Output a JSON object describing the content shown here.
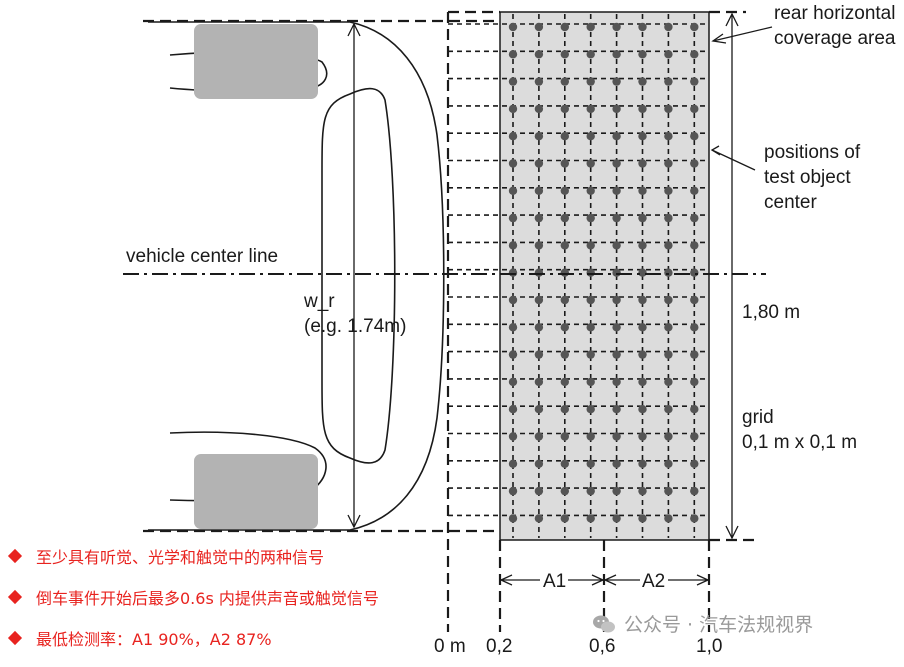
{
  "labels": {
    "rear_area": [
      "rear horizontal",
      "coverage area"
    ],
    "positions": [
      "positions of",
      "test object",
      "center"
    ],
    "center_line": "vehicle center line",
    "width": [
      "w_r",
      "(e.g. 1.74m)"
    ],
    "total_width": "1,80 m",
    "grid": [
      "grid",
      "0,1 m x 0,1 m"
    ],
    "zone_a1": "A1",
    "zone_a2": "A2",
    "ticks": [
      "0 m",
      "0,2",
      "0,6",
      "1,0"
    ]
  },
  "notes": [
    "至少具有听觉、光学和触觉中的两种信号",
    "倒车事件开始后最多0.6s 内提供声音或触觉信号",
    "最低检测率：A1 90%，A2  87%"
  ],
  "watermark": "公众号 · 汽车法规视界",
  "colors": {
    "note": "#e8231f",
    "grid_fill": "#dcdcdc",
    "wheel": "#b3b3b3",
    "dot": "#555555",
    "line": "#1a1a1a",
    "watermark": "#9a9a9a"
  },
  "grid_spec": {
    "columns": 8,
    "rows": 19
  }
}
